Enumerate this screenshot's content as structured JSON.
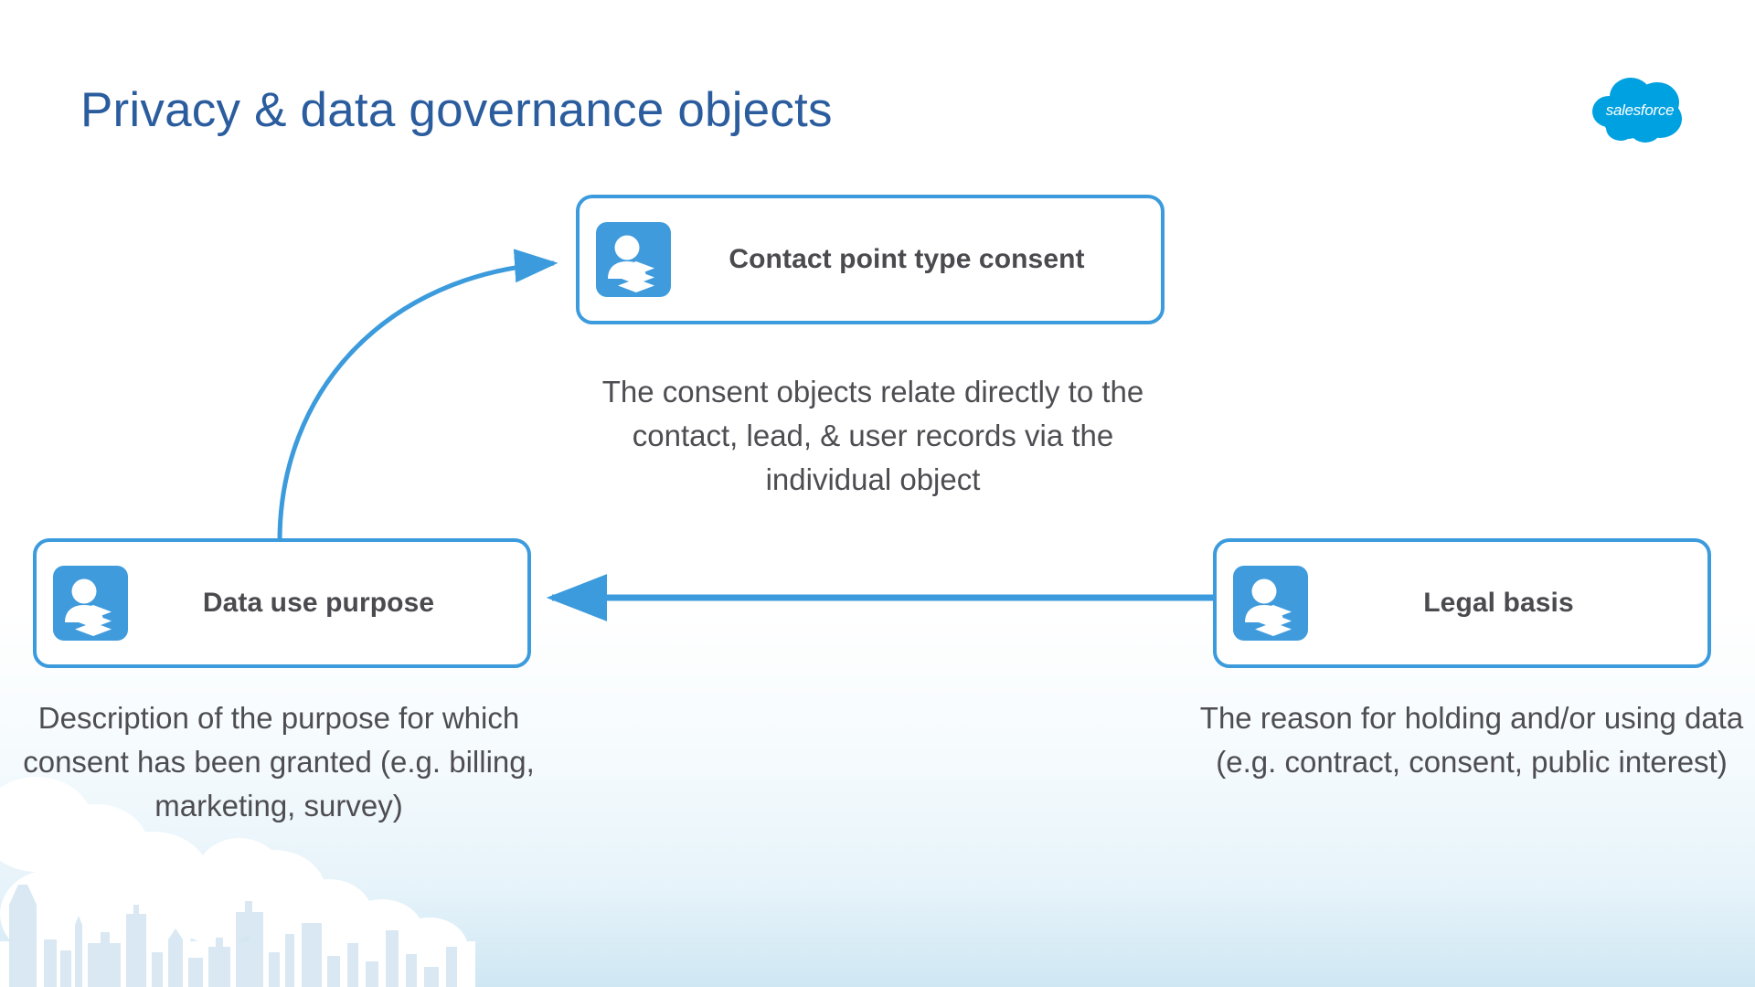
{
  "slide": {
    "title": "Privacy & data governance objects",
    "brand": {
      "logo_text": "salesforce",
      "logo_icon": "salesforce-cloud-icon",
      "logo_color": "#00a1e0"
    },
    "colors": {
      "title": "#2b5d9e",
      "card_border": "#3c9bdc",
      "card_icon_bg": "#3f9bdc",
      "arrow": "#3c9bdc",
      "body_text": "#4d4d52",
      "card_text": "#4a4a4f",
      "background_top": "#ffffff",
      "background_bottom": "#cfe7f3"
    }
  },
  "cards": [
    {
      "id": "contact-point-type-consent",
      "label": "Contact point type consent",
      "icon": "person-records-icon"
    },
    {
      "id": "data-use-purpose",
      "label": "Data use purpose",
      "icon": "person-records-icon"
    },
    {
      "id": "legal-basis",
      "label": "Legal basis",
      "icon": "person-records-icon"
    }
  ],
  "captions": {
    "center": "The consent objects relate directly to the contact, lead, & user records via the individual object",
    "left": "Description of the purpose for which consent has been granted (e.g. billing, marketing, survey)",
    "right": "The reason for holding and/or using data (e.g. contract, consent, public interest)"
  },
  "connectors": [
    {
      "id": "data-use-to-contact-point",
      "from": "data-use-purpose",
      "to": "contact-point-type-consent",
      "style": "curved-arrow"
    },
    {
      "id": "legal-basis-to-data-use",
      "from": "legal-basis",
      "to": "data-use-purpose",
      "style": "straight-arrow"
    }
  ],
  "decoration": {
    "skyline": "city-skyline-clouds"
  }
}
